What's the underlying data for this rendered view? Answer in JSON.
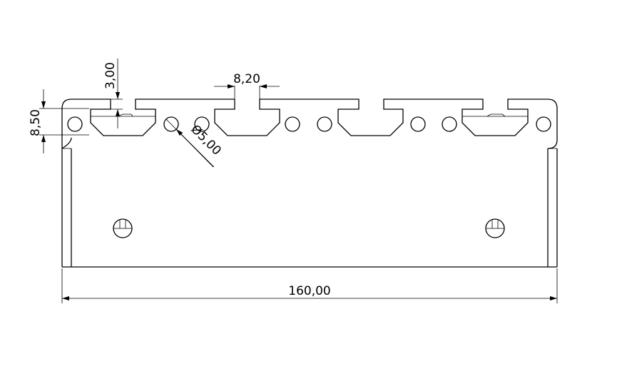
{
  "drawing": {
    "dimensions": {
      "overall_width": "160,00",
      "slot_opening": "8,20",
      "slot_depth": "3,00",
      "flange_height": "8,50",
      "hole_diameter": "Ø5,00"
    }
  }
}
